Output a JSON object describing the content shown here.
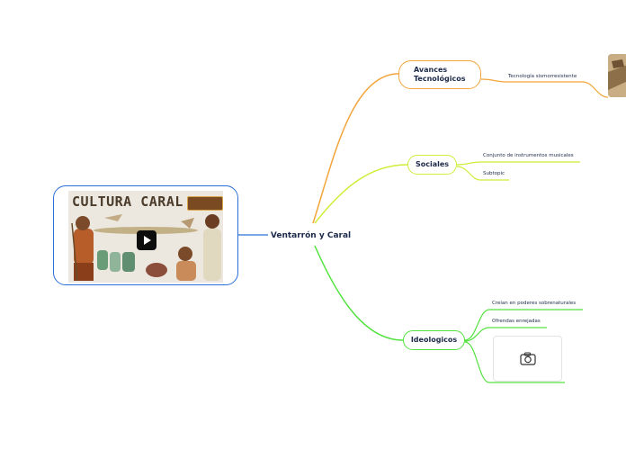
{
  "central": {
    "label": "Ventarrón y Caral"
  },
  "branches": [
    {
      "label": "Avances Tecnológicos",
      "color": "#f3a53b",
      "leaves": [
        "Tecnología sismorresistente"
      ]
    },
    {
      "label": "Sociales",
      "color": "#cdee3a",
      "leaves": [
        "Conjunto de instrumentos musicales",
        "Subtopic"
      ]
    },
    {
      "label": "Ideologicos",
      "color": "#53e23f",
      "leaves": [
        "Creían en poderes sobrenaturales",
        "Ofrendas enrejadas"
      ]
    }
  ],
  "video": {
    "thumbnail_title": "CULTURA CARAL",
    "border_color": "#2a6fd8",
    "icon": "play-icon"
  },
  "image_placeholder": {
    "icon": "camera-icon"
  }
}
